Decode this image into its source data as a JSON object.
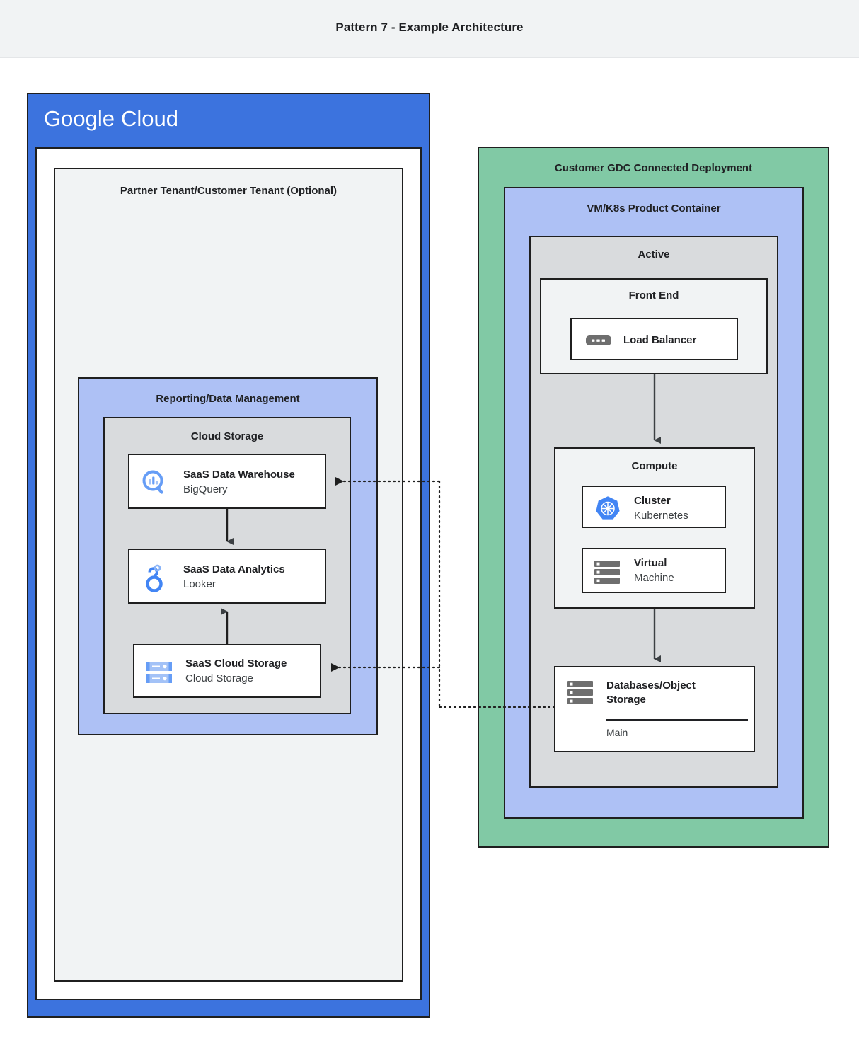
{
  "header": {
    "title": "Pattern 7 - Example Architecture"
  },
  "colors": {
    "google_blue": "#3c73de",
    "light_blue": "#aec1f5",
    "green": "#81c9a5",
    "gray": "#d9dbdd",
    "light_gray": "#f1f3f4",
    "white": "#ffffff",
    "outline": "#1f1f1f",
    "icon_blue": "#4285f4",
    "icon_gray": "#6e6e6e"
  },
  "google_cloud_panel": {
    "wordmark_google": "Google",
    "wordmark_cloud": "Cloud",
    "tenant": {
      "label": "Partner Tenant/Customer Tenant (Optional)"
    },
    "reporting": {
      "label": "Reporting/Data Management",
      "cloud_storage": {
        "label": "Cloud Storage",
        "cards": [
          {
            "title": "SaaS Data Warehouse",
            "subtitle": "BigQuery",
            "icon": "bigquery-icon"
          },
          {
            "title": "SaaS Data Analytics",
            "subtitle": "Looker",
            "icon": "looker-icon"
          },
          {
            "title": "SaaS Cloud Storage",
            "subtitle": "Cloud Storage",
            "icon": "cloud-storage-icon"
          }
        ]
      }
    }
  },
  "gdc_panel": {
    "label": "Customer GDC Connected Deployment",
    "product_container": {
      "label": "VM/K8s Product Container",
      "active": {
        "label": "Active",
        "front_end": {
          "label": "Front End",
          "card": {
            "title": "Load Balancer",
            "icon": "load-balancer-icon"
          }
        },
        "compute": {
          "label": "Compute",
          "cards": [
            {
              "title": "Cluster",
              "subtitle": "Kubernetes",
              "icon": "kubernetes-icon"
            },
            {
              "title": "Virtual",
              "subtitle": "Machine",
              "icon": "virtual-machine-icon"
            }
          ]
        },
        "database": {
          "title_line1": "Databases/Object",
          "title_line2": "Storage",
          "footer": "Main",
          "icon": "database-storage-icon"
        }
      }
    }
  },
  "connectors": [
    {
      "name": "lb-to-compute",
      "style": "solid-arrow-down"
    },
    {
      "name": "compute-to-database",
      "style": "solid-arrow-down"
    },
    {
      "name": "warehouse-to-analytics",
      "style": "solid-arrow-down"
    },
    {
      "name": "storage-to-analytics",
      "style": "solid-arrow-up"
    },
    {
      "name": "database-to-warehouse",
      "style": "dotted-arrow-left"
    },
    {
      "name": "database-to-cloud-storage",
      "style": "dotted-arrow-left"
    }
  ]
}
